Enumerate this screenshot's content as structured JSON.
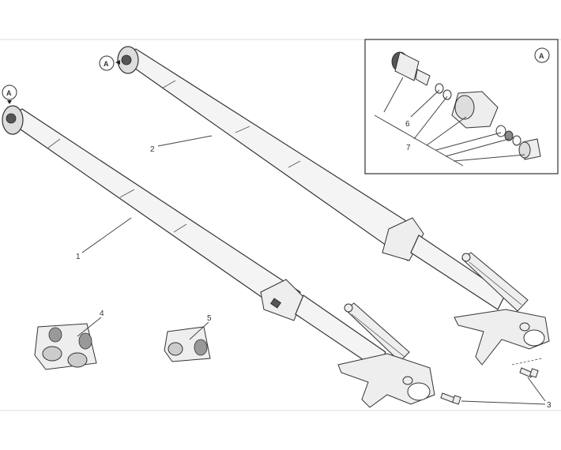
{
  "labels": {
    "part_1": "1",
    "part_2": "2",
    "part_3": "3",
    "part_4": "4",
    "part_5": "5",
    "part_6": "6",
    "part_7": "7"
  },
  "callouts": {
    "detail_a_main": "A",
    "detail_a_fork_1": "A",
    "detail_a_fork_2": "A"
  },
  "colors": {
    "line": "#333333",
    "tube_fill": "#f4f4f4",
    "background": "#ffffff"
  }
}
